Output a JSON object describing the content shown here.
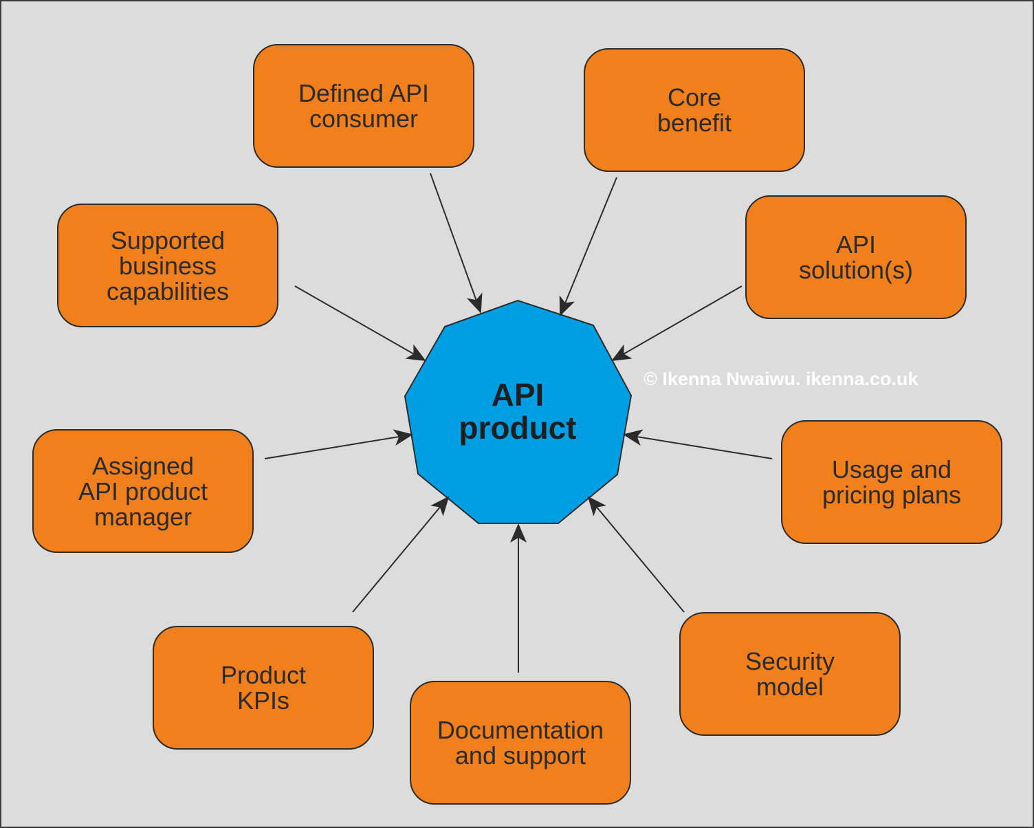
{
  "hub": {
    "lines": [
      "API",
      "product"
    ],
    "fill": "#009fe3"
  },
  "nodes": [
    {
      "id": "defined-api-consumer",
      "lines": [
        "Defined API",
        "consumer"
      ]
    },
    {
      "id": "core-benefit",
      "lines": [
        "Core",
        "benefit"
      ]
    },
    {
      "id": "api-solutions",
      "lines": [
        "API",
        "solution(s)"
      ]
    },
    {
      "id": "supported-business-capabilities",
      "lines": [
        "Supported",
        "business",
        "capabilities"
      ]
    },
    {
      "id": "assigned-api-product-manager",
      "lines": [
        "Assigned",
        "API product",
        "manager"
      ]
    },
    {
      "id": "usage-and-pricing-plans",
      "lines": [
        "Usage and",
        "pricing plans"
      ]
    },
    {
      "id": "product-kpis",
      "lines": [
        "Product",
        "KPIs"
      ]
    },
    {
      "id": "documentation-and-support",
      "lines": [
        "Documentation",
        "and support"
      ]
    },
    {
      "id": "security-model",
      "lines": [
        "Security",
        "model"
      ]
    }
  ],
  "copyright": "© Ikenna Nwaiwu. ikenna.co.uk",
  "colors": {
    "background": "#dcdcdc",
    "node_fill": "#f07f1c",
    "hub_fill": "#009fe3",
    "stroke": "#2b2b2b",
    "copyright_text": "#ffffff"
  }
}
